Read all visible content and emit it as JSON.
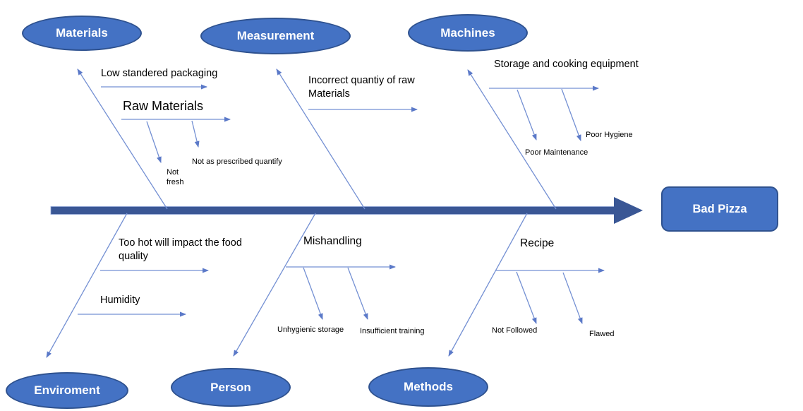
{
  "nodes": {
    "materials": "Materials",
    "measurement": "Measurement",
    "machines": "Machines",
    "enviroment": "Enviroment",
    "person": "Person",
    "methods": "Methods"
  },
  "effect": "Bad Pizza",
  "causes": {
    "low_packaging": "Low standered packaging",
    "raw_materials": "Raw Materials",
    "not_fresh": "Not fresh",
    "not_prescribed": "Not as prescribed quantify",
    "incorrect_quantity": "Incorrect quantiy of raw Materials",
    "storage_cooking": "Storage and cooking equipment",
    "poor_maintenance": "Poor Maintenance",
    "poor_hygiene": "Poor Hygiene",
    "too_hot": "Too hot will impact the food quality",
    "humidity": "Humidity",
    "mishandling": "Mishandling",
    "unhygienic_storage": "Unhygienic storage",
    "insufficient_training": "Insufficient training",
    "recipe": "Recipe",
    "not_followed": "Not Followed",
    "flawed": "Flawed"
  },
  "colors": {
    "node_fill": "#4472c4",
    "node_border": "#2f528f",
    "node_text": "#ffffff",
    "spine": "#3a5795",
    "branch": "#7490d3",
    "arrowhead": "#5b79c8",
    "label_text": "#000000",
    "background": "#ffffff"
  }
}
